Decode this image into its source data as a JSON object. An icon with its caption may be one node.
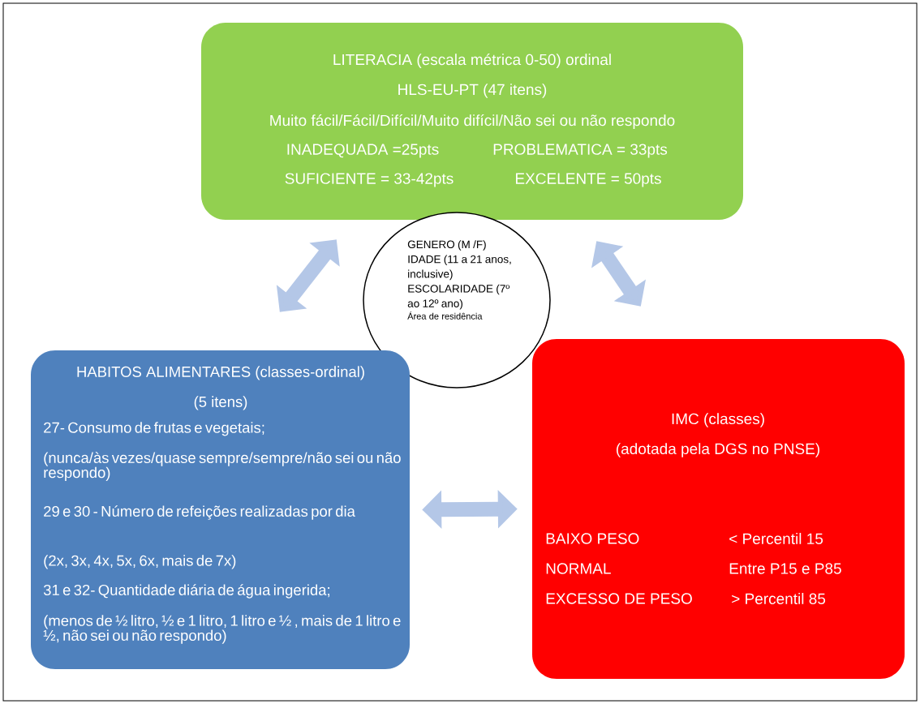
{
  "diagram": {
    "nodes": [
      {
        "text": [
          "LITERACIA (escala métrica 0-50) ordinal",
          "HLS-EU-PT (47 itens)",
          "Muito fácil/Fácil/Difícil/Muito difícil/Não sei ou não respondo",
          "INADEQUADA =25pts",
          "PROBLEMATICA = 33pts",
          "SUFICIENTE = 33-42pts",
          "EXCELENTE = 50pts"
        ]
      },
      {
        "text": [
          "GENERO (M /F)",
          "IDADE (11 a 21 anos, inclusive)",
          "ESCOLARIDADE (7º ao 12º ano)",
          "Área de residência"
        ]
      },
      {
        "text": [
          "HABITOS ALIMENTARES (classes-ordinal)",
          "(5 itens)",
          "27- Consumo de frutas e vegetais;",
          "(nunca/às vezes/quase sempre/sempre/não sei ou não respondo)",
          "29 e 30 - Número de refeições realizadas por dia",
          "(2x, 3x, 4x, 5x, 6x, mais de 7x)",
          "31 e 32- Quantidade diária de água ingerida;",
          "(menos de ½  litro, ½ e 1 litro, 1 litro e ½ , mais de 1 litro e ½, não sei ou não respondo)"
        ]
      },
      {
        "text": [
          "IMC  (classes)",
          "(adotada pela DGS no PNSE)",
          "BAIXO PESO",
          "< Percentil 15",
          "NORMAL",
          "Entre P15 e P85",
          "EXCESSO DE PESO",
          "> Percentil 85"
        ]
      }
    ],
    "edges": [
      {
        "from": 0,
        "to": 2,
        "arrow": "both"
      },
      {
        "from": 0,
        "to": 3,
        "arrow": "both"
      },
      {
        "from": 2,
        "to": 3,
        "arrow": "both"
      }
    ]
  }
}
